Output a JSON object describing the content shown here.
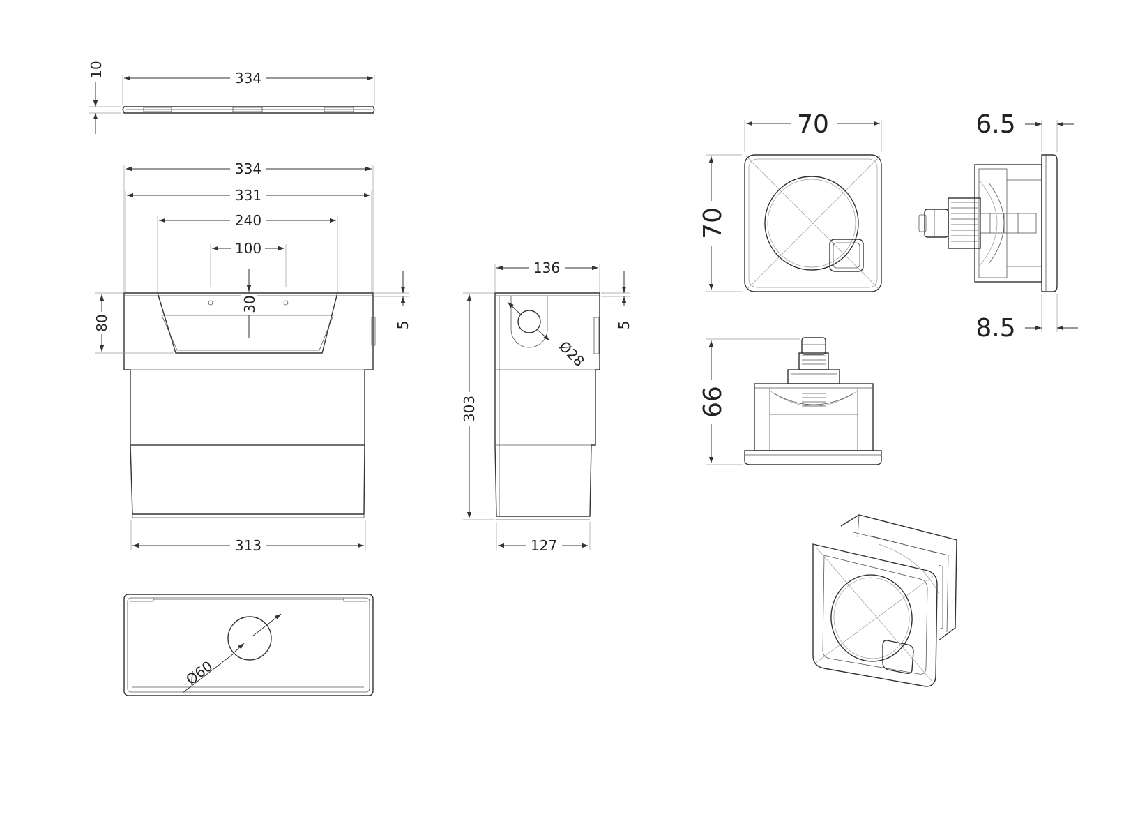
{
  "colors": {
    "line": "#333333",
    "faint": "#9a9a9a",
    "text": "#222222",
    "background": "#ffffff"
  },
  "cistern": {
    "lid_height": "10",
    "lid_width": "334",
    "outer_width": "334",
    "inner_width": "331",
    "cutout_width": "240",
    "hole_spacing": "100",
    "hole_drop": "30",
    "top_height": "80",
    "front_offset": "5",
    "base_width": "313",
    "bottom_hole": "Ø60"
  },
  "cistern_side": {
    "depth_top": "136",
    "height": "303",
    "depth_bottom": "127",
    "top_offset": "5",
    "inlet_hole": "Ø28"
  },
  "flush_button": {
    "front_width": "70",
    "front_height": "70",
    "plate_thickness": "6.5",
    "bezel_depth": "8.5",
    "body_depth": "66"
  }
}
